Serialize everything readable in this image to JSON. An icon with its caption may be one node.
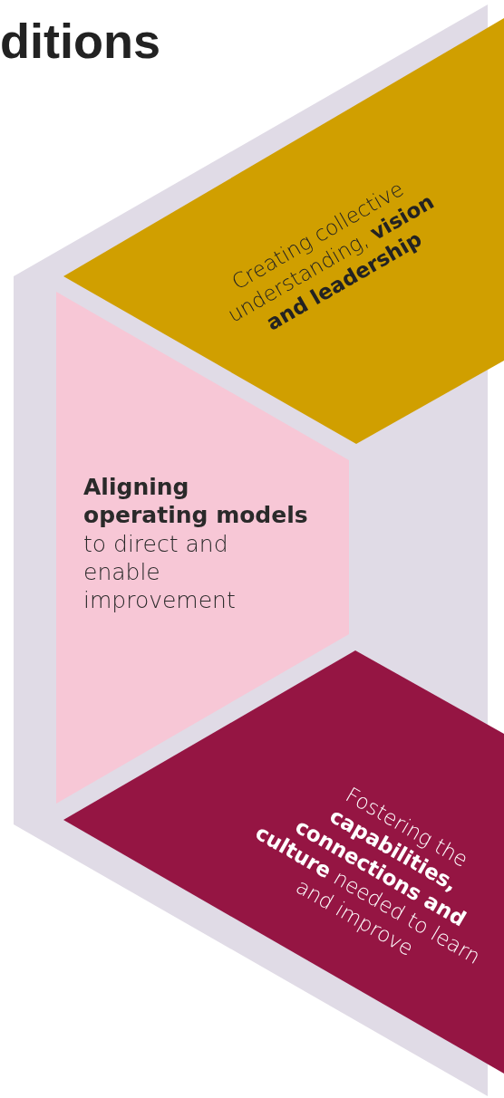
{
  "diagram": {
    "title": "ditions",
    "nodes": [
      {
        "text": [
          "Creating collective understanding, **vision and leadership**"
        ]
      },
      {
        "text": [
          "**Aligning operating models** to direct and enable improvement"
        ]
      },
      {
        "text": [
          "Fostering the **capabilities, connections and culture** needed to learn and improve"
        ]
      }
    ]
  }
}
